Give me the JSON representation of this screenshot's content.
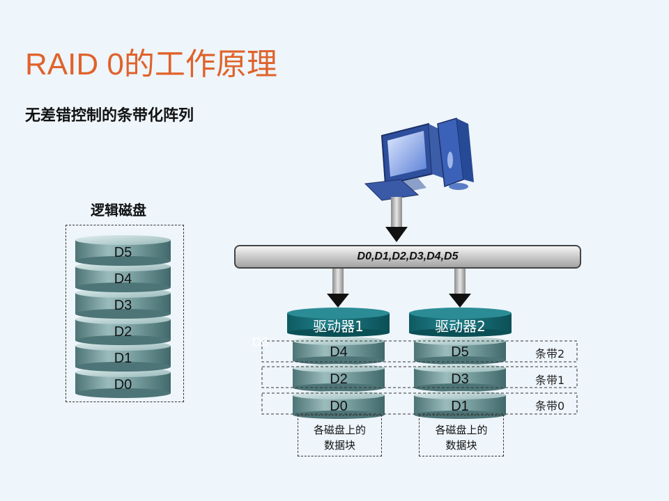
{
  "title": "RAID 0的工作原理",
  "subtitle": "无差错控制的条带化阵列",
  "logical_disk": {
    "title": "逻辑磁盘",
    "blocks": [
      "D5",
      "D4",
      "D3",
      "D2",
      "D1",
      "D0"
    ]
  },
  "bus": {
    "label": "D0,D1,D2,D3,D4,D5"
  },
  "drives": [
    {
      "name": "驱动器1",
      "blocks": [
        "D4",
        "D2",
        "D0"
      ],
      "note_line1": "各磁盘上的",
      "note_line2": "数据块"
    },
    {
      "name": "驱动器2",
      "blocks": [
        "D5",
        "D3",
        "D1"
      ],
      "note_line1": "各磁盘上的",
      "note_line2": "数据块"
    }
  ],
  "stripes": [
    "条带2",
    "条带1",
    "条带0"
  ],
  "ghost_label": "D6",
  "colors": {
    "title": "#e0622a",
    "disk_body": "#6f9496",
    "drive_head": "#156f78"
  },
  "icons": {
    "computer": "computer-icon"
  }
}
